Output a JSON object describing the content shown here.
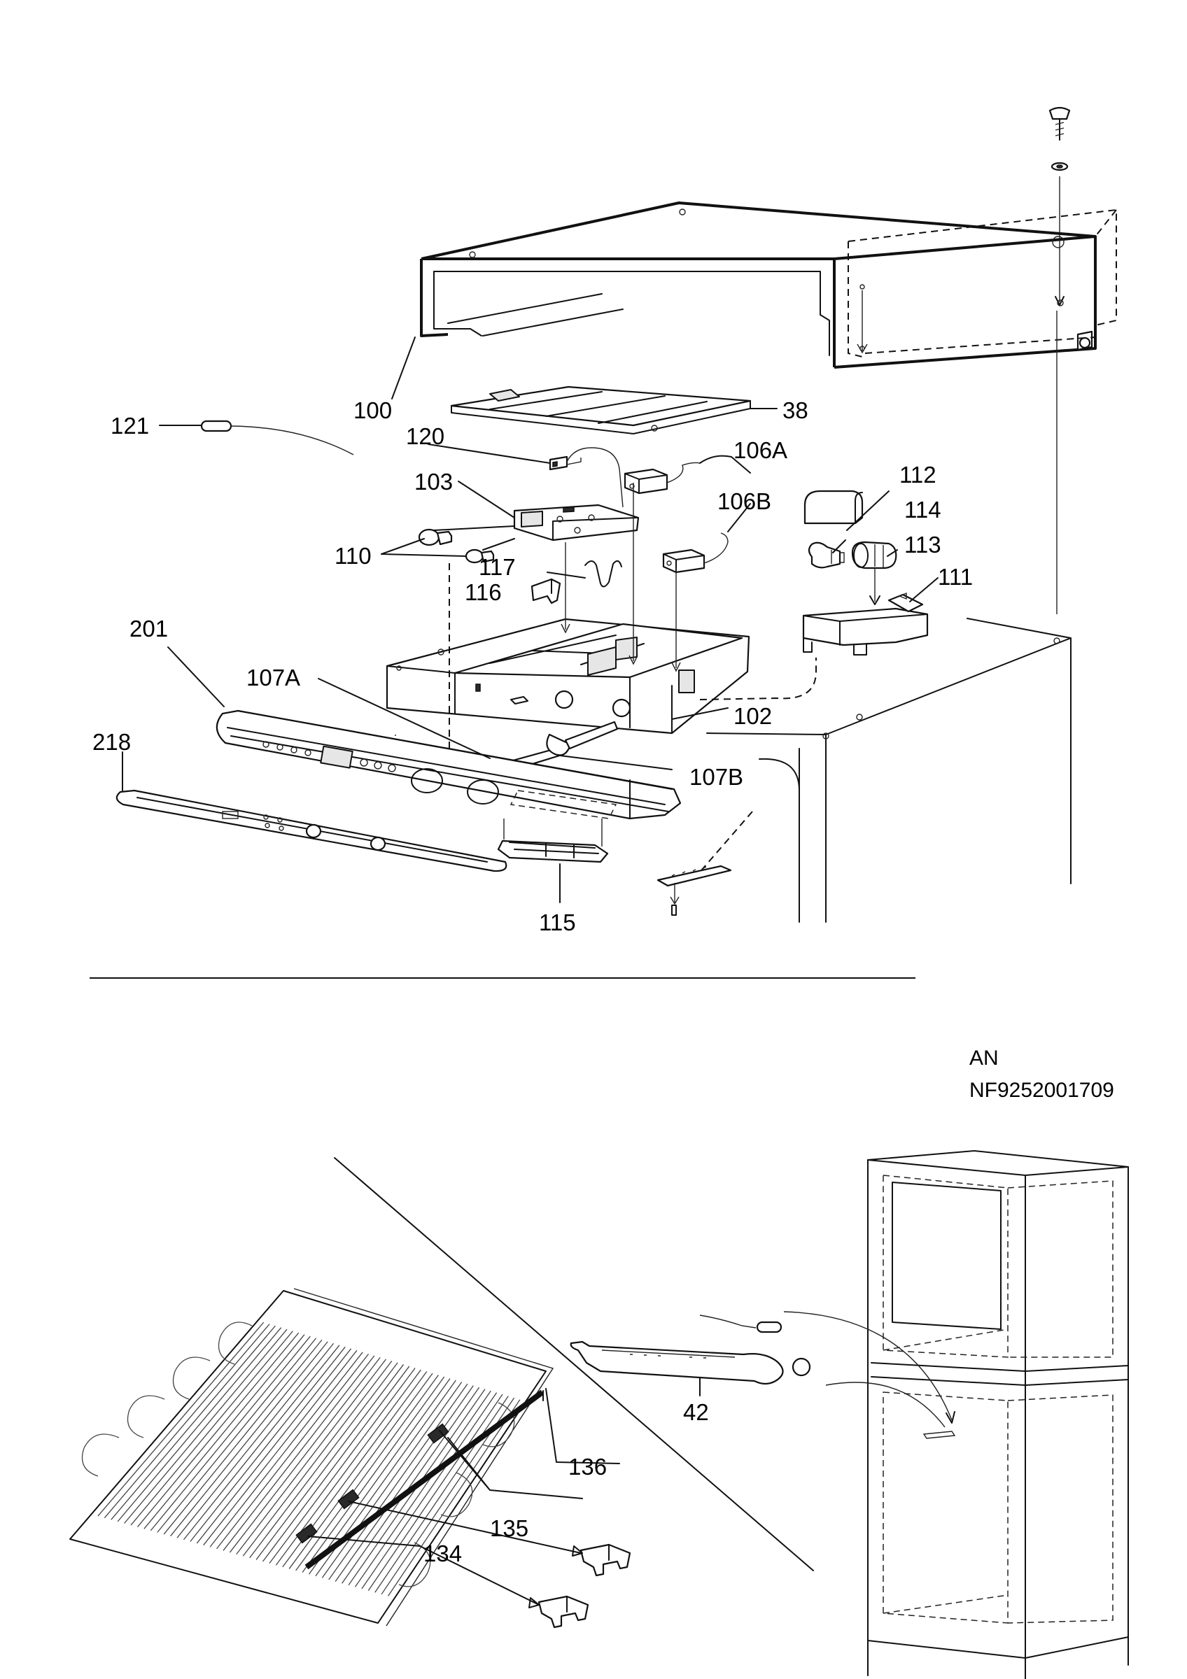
{
  "callouts": {
    "c100": "100",
    "c38": "38",
    "c121": "121",
    "c120": "120",
    "c106A": "106A",
    "c103": "103",
    "c112": "112",
    "c114": "114",
    "c106B": "106B",
    "c113": "113",
    "c110": "110",
    "c117": "117",
    "c111": "111",
    "c116": "116",
    "c201": "201",
    "c107A": "107A",
    "c102": "102",
    "c218": "218",
    "c107B": "107B",
    "c115": "115",
    "c42": "42",
    "c136": "136",
    "c135": "135",
    "c134": "134"
  },
  "model": {
    "line1": "AN",
    "line2": "NF9252001709"
  },
  "icons": [
    "screw-icon",
    "washer-icon",
    "lamp-bulb-icon",
    "sensor-probe-icon",
    "knob-icon"
  ]
}
